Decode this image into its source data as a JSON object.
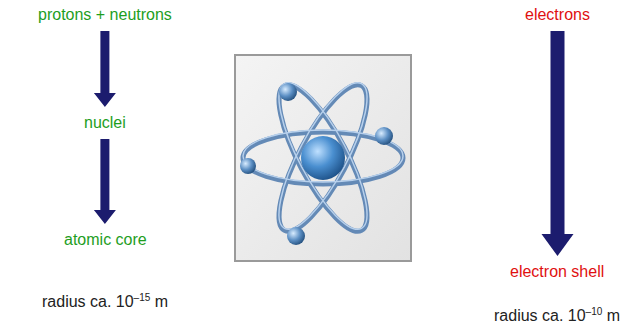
{
  "diagram": {
    "nodes": [
      {
        "text": [
          "protons + neutrons"
        ]
      },
      {
        "text": [
          "nuclei"
        ]
      },
      {
        "text": [
          "atomic core"
        ]
      },
      {
        "text": [
          "electrons"
        ]
      },
      {
        "text": [
          "electron shell"
        ]
      }
    ],
    "edges": [
      {
        "from": 0,
        "to": 1,
        "arrow": "to"
      },
      {
        "from": 1,
        "to": 2,
        "arrow": "to"
      },
      {
        "from": 3,
        "to": 4,
        "arrow": "to"
      }
    ],
    "labels": [
      "radius ca. 10–15 m",
      "radius ca. 10–10 m"
    ]
  }
}
